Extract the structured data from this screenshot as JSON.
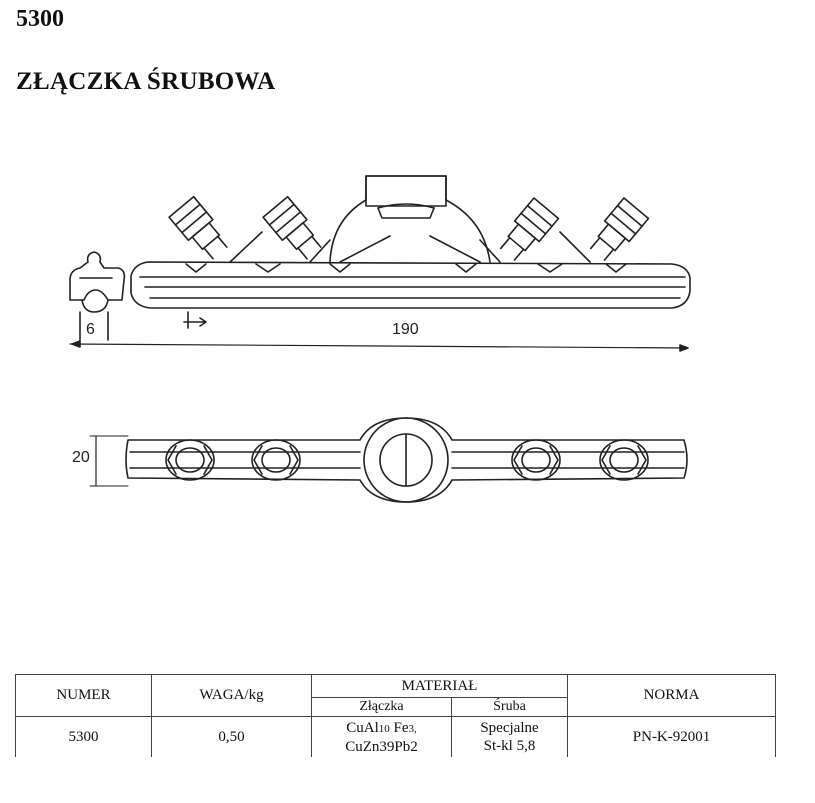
{
  "header": {
    "code": "5300",
    "title": "ZŁĄCZKA ŚRUBOWA"
  },
  "drawing": {
    "dim_thickness": "6",
    "dim_length": "190",
    "dim_width": "20"
  },
  "table": {
    "headers": {
      "numer": "NUMER",
      "waga": "WAGA/kg",
      "material": "MATERIAŁ",
      "material_zlaczka": "Złączka",
      "material_sruba": "Śruba",
      "norma": "NORMA"
    },
    "row": {
      "numer": "5300",
      "waga": "0,50",
      "zlaczka_line1_a": "CuAl",
      "zlaczka_line1_sub1": "10",
      "zlaczka_line1_b": " Fe",
      "zlaczka_line1_sub2": "3,",
      "zlaczka_line2": "CuZn39Pb2",
      "sruba_line1": "Specjalne",
      "sruba_line2": "St-kl 5,8",
      "norma": "PN-K-92001"
    }
  }
}
